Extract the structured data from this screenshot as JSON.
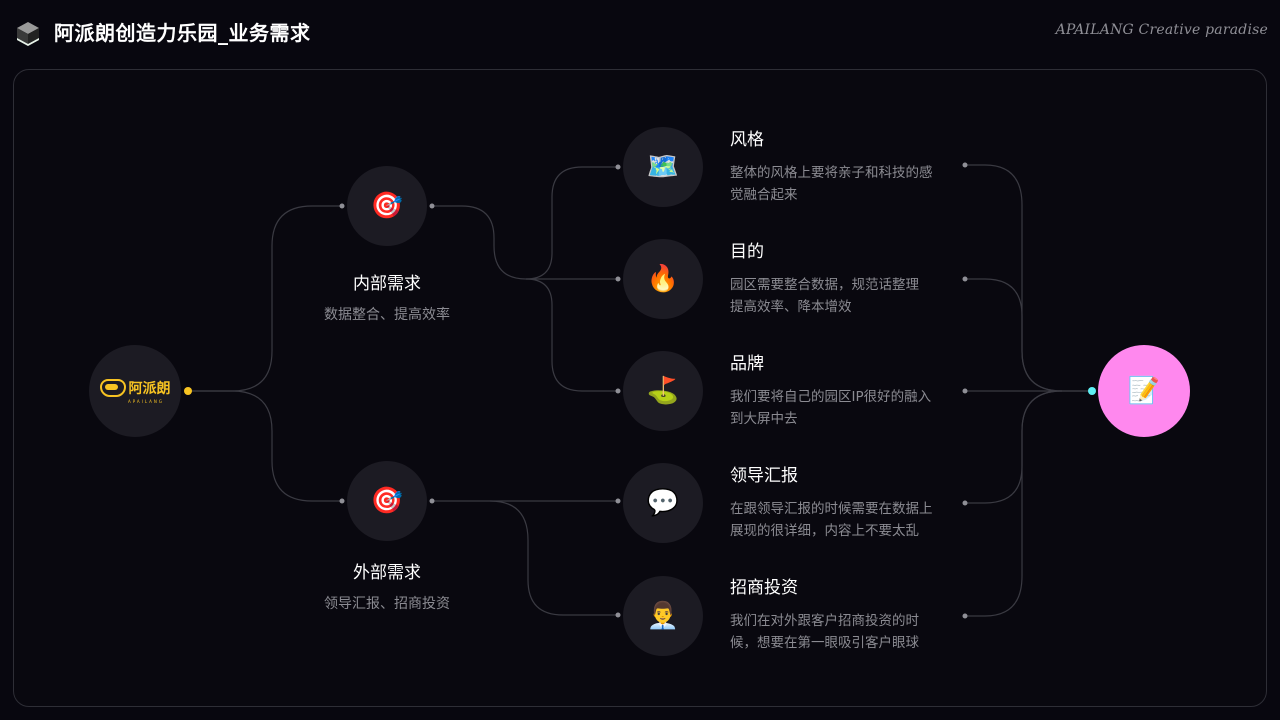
{
  "header": {
    "title": "阿派朗创造力乐园_业务需求",
    "brand_tag": "APAILANG Creative paradise",
    "logo_icon": "cube-icon"
  },
  "colors": {
    "background": "#08070f",
    "frame_border": "#2e2e36",
    "node_fill": "#1c1b23",
    "root_accent": "#f7c322",
    "target_fill": "#ff88ee",
    "target_dot": "#5ff0f4",
    "connector": "#3a3a42"
  },
  "root": {
    "brand_cn": "阿派朗",
    "brand_en": "APAILANG",
    "icon": "apailang-logo-icon"
  },
  "branches": [
    {
      "title": "内部需求",
      "subtitle": "数据整合、提高效率",
      "emoji": "🎯",
      "icon": "dart-target-icon"
    },
    {
      "title": "外部需求",
      "subtitle": "领导汇报、招商投资",
      "emoji": "🎯",
      "icon": "dart-target-icon"
    }
  ],
  "leaves": [
    {
      "title": "风格",
      "desc_line1": "整体的风格上要将亲子和科技的感",
      "desc_line2": "觉融合起来",
      "emoji": "🗺️",
      "icon": "world-map-icon"
    },
    {
      "title": "目的",
      "desc_line1": "园区需要整合数据，规范话整理",
      "desc_line2": "提高效率、降本增效",
      "emoji": "🔥",
      "icon": "fire-icon"
    },
    {
      "title": "品牌",
      "desc_line1": "我们要将自己的园区IP很好的融入",
      "desc_line2": "到大屏中去",
      "emoji": "⛳",
      "icon": "golf-flag-icon"
    },
    {
      "title": "领导汇报",
      "desc_line1": "在跟领导汇报的时候需要在数据上",
      "desc_line2": "展现的很详细，内容上不要太乱",
      "emoji": "💬",
      "icon": "speech-bubble-icon"
    },
    {
      "title": "招商投资",
      "desc_line1": "我们在对外跟客户招商投资的时",
      "desc_line2": "候，想要在第一眼吸引客户眼球",
      "emoji": "👨‍💼",
      "icon": "office-worker-icon"
    }
  ],
  "target": {
    "emoji": "📝",
    "icon": "memo-pencil-icon"
  }
}
